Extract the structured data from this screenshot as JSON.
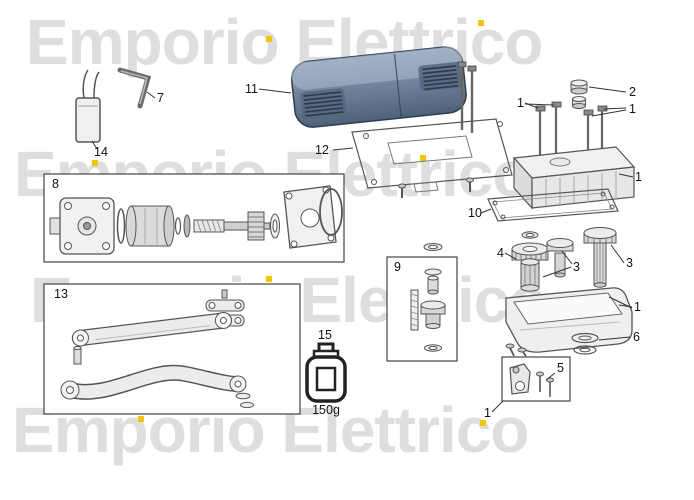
{
  "watermark": {
    "text": "Emporio Elettrico",
    "text_color": "#dedede",
    "accent_color": "#f2c40d"
  },
  "callouts": {
    "part_1": "1",
    "part_2": "2",
    "part_3": "3",
    "part_4": "4",
    "part_5": "5",
    "part_6": "6",
    "part_7": "7",
    "part_8": "8",
    "part_9": "9",
    "part_10": "10",
    "part_11": "11",
    "part_12": "12",
    "part_13": "13",
    "part_14": "14",
    "part_15": "15"
  },
  "annotations": {
    "grease_weight": "150g"
  },
  "colors": {
    "cover_top": "#9aabc0",
    "cover_body": "#5d7189",
    "cover_dark": "#4e617a",
    "outline": "#555555",
    "metal_light": "#ececec",
    "metal_mid": "#d8d8d8"
  }
}
